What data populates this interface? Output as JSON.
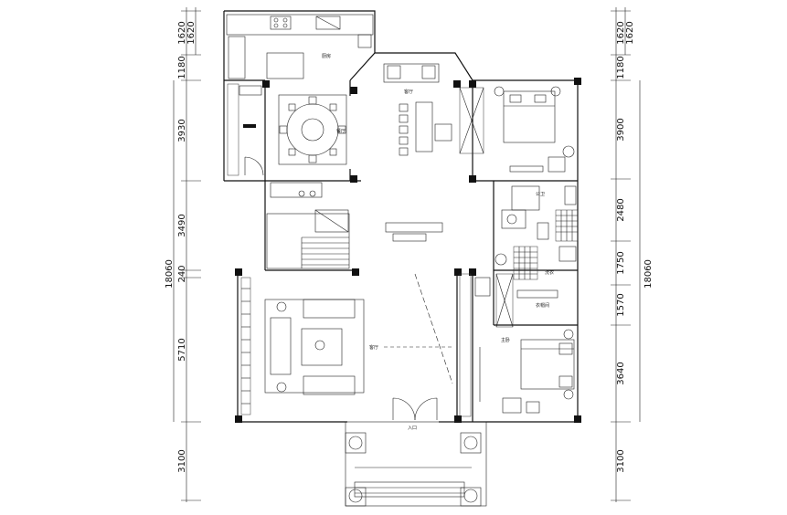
{
  "dimensions": {
    "left": {
      "top1": "1620",
      "top2": "1620",
      "r1": "1180",
      "r2": "3930",
      "r3": "3490",
      "r4": "240",
      "r5": "5710",
      "total": "18060",
      "bottom": "3100"
    },
    "right": {
      "top1": "1620",
      "top2": "1620",
      "r1": "1180",
      "r2": "3900",
      "r3": "2480",
      "r4": "1750",
      "r5": "1570",
      "r6": "3640",
      "total": "18060",
      "bottom": "3100"
    }
  },
  "rooms": {
    "kitchen": "厨房",
    "dining": "餐厅",
    "family": "客厅",
    "bath": "公卫",
    "laundry": "洗衣",
    "cloak": "衣帽间",
    "master": "主卧",
    "living": "客厅",
    "entry": "入口"
  },
  "colors": {
    "ink": "#111111",
    "paper": "#ffffff"
  }
}
